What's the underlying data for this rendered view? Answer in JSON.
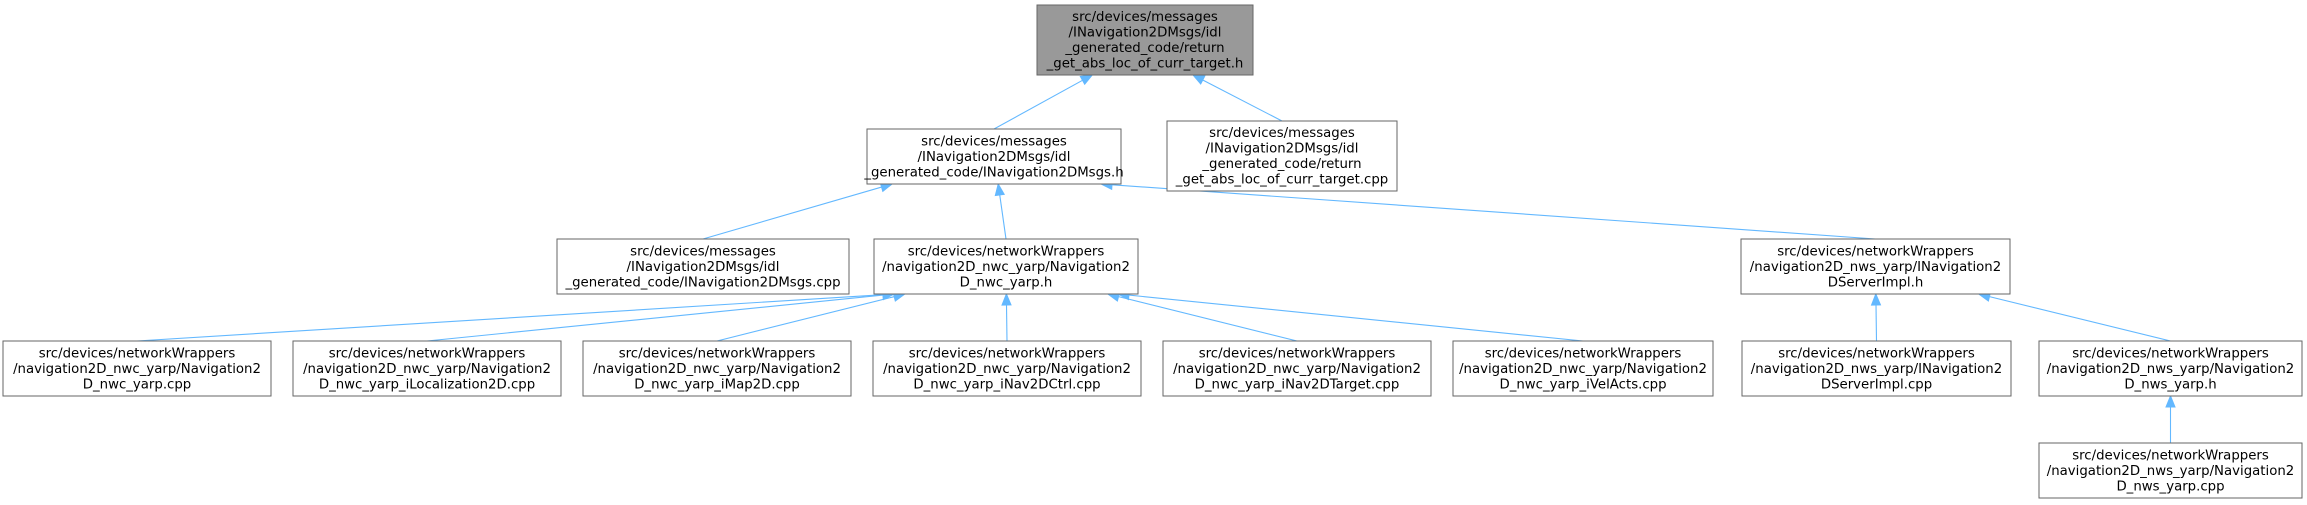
{
  "colors": {
    "edge": "#63b8ff",
    "root_fill": "#999999",
    "node_fill": "#ffffff",
    "node_border": "#666666"
  },
  "nodes": {
    "n0": {
      "lines": [
        "src/devices/messages",
        "/INavigation2DMsgs/idl",
        "_generated_code/return",
        "_get_abs_loc_of_curr_target.h"
      ]
    },
    "n1": {
      "lines": [
        "src/devices/messages",
        "/INavigation2DMsgs/idl",
        "_generated_code/INavigation2DMsgs.h"
      ]
    },
    "n2": {
      "lines": [
        "src/devices/messages",
        "/INavigation2DMsgs/idl",
        "_generated_code/return",
        "_get_abs_loc_of_curr_target.cpp"
      ]
    },
    "n3": {
      "lines": [
        "src/devices/messages",
        "/INavigation2DMsgs/idl",
        "_generated_code/INavigation2DMsgs.cpp"
      ]
    },
    "n4": {
      "lines": [
        "src/devices/networkWrappers",
        "/navigation2D_nwc_yarp/Navigation2",
        "D_nwc_yarp.h"
      ]
    },
    "n5": {
      "lines": [
        "src/devices/networkWrappers",
        "/navigation2D_nws_yarp/INavigation2",
        "DServerImpl.h"
      ]
    },
    "n6": {
      "lines": [
        "src/devices/networkWrappers",
        "/navigation2D_nwc_yarp/Navigation2",
        "D_nwc_yarp.cpp"
      ]
    },
    "n7": {
      "lines": [
        "src/devices/networkWrappers",
        "/navigation2D_nwc_yarp/Navigation2",
        "D_nwc_yarp_iLocalization2D.cpp"
      ]
    },
    "n8": {
      "lines": [
        "src/devices/networkWrappers",
        "/navigation2D_nwc_yarp/Navigation2",
        "D_nwc_yarp_iMap2D.cpp"
      ]
    },
    "n9": {
      "lines": [
        "src/devices/networkWrappers",
        "/navigation2D_nwc_yarp/Navigation2",
        "D_nwc_yarp_iNav2DCtrl.cpp"
      ]
    },
    "n10": {
      "lines": [
        "src/devices/networkWrappers",
        "/navigation2D_nwc_yarp/Navigation2",
        "D_nwc_yarp_iNav2DTarget.cpp"
      ]
    },
    "n11": {
      "lines": [
        "src/devices/networkWrappers",
        "/navigation2D_nwc_yarp/Navigation2",
        "D_nwc_yarp_iVelActs.cpp"
      ]
    },
    "n12": {
      "lines": [
        "src/devices/networkWrappers",
        "/navigation2D_nws_yarp/INavigation2",
        "DServerImpl.cpp"
      ]
    },
    "n13": {
      "lines": [
        "src/devices/networkWrappers",
        "/navigation2D_nws_yarp/Navigation2",
        "D_nws_yarp.h"
      ]
    },
    "n14": {
      "lines": [
        "src/devices/networkWrappers",
        "/navigation2D_nws_yarp/Navigation2",
        "D_nws_yarp.cpp"
      ]
    }
  },
  "edges": [
    [
      "n1",
      "n0"
    ],
    [
      "n2",
      "n0"
    ],
    [
      "n3",
      "n1"
    ],
    [
      "n4",
      "n1"
    ],
    [
      "n5",
      "n1"
    ],
    [
      "n6",
      "n4"
    ],
    [
      "n7",
      "n4"
    ],
    [
      "n8",
      "n4"
    ],
    [
      "n9",
      "n4"
    ],
    [
      "n10",
      "n4"
    ],
    [
      "n11",
      "n4"
    ],
    [
      "n12",
      "n5"
    ],
    [
      "n13",
      "n5"
    ],
    [
      "n14",
      "n13"
    ]
  ]
}
